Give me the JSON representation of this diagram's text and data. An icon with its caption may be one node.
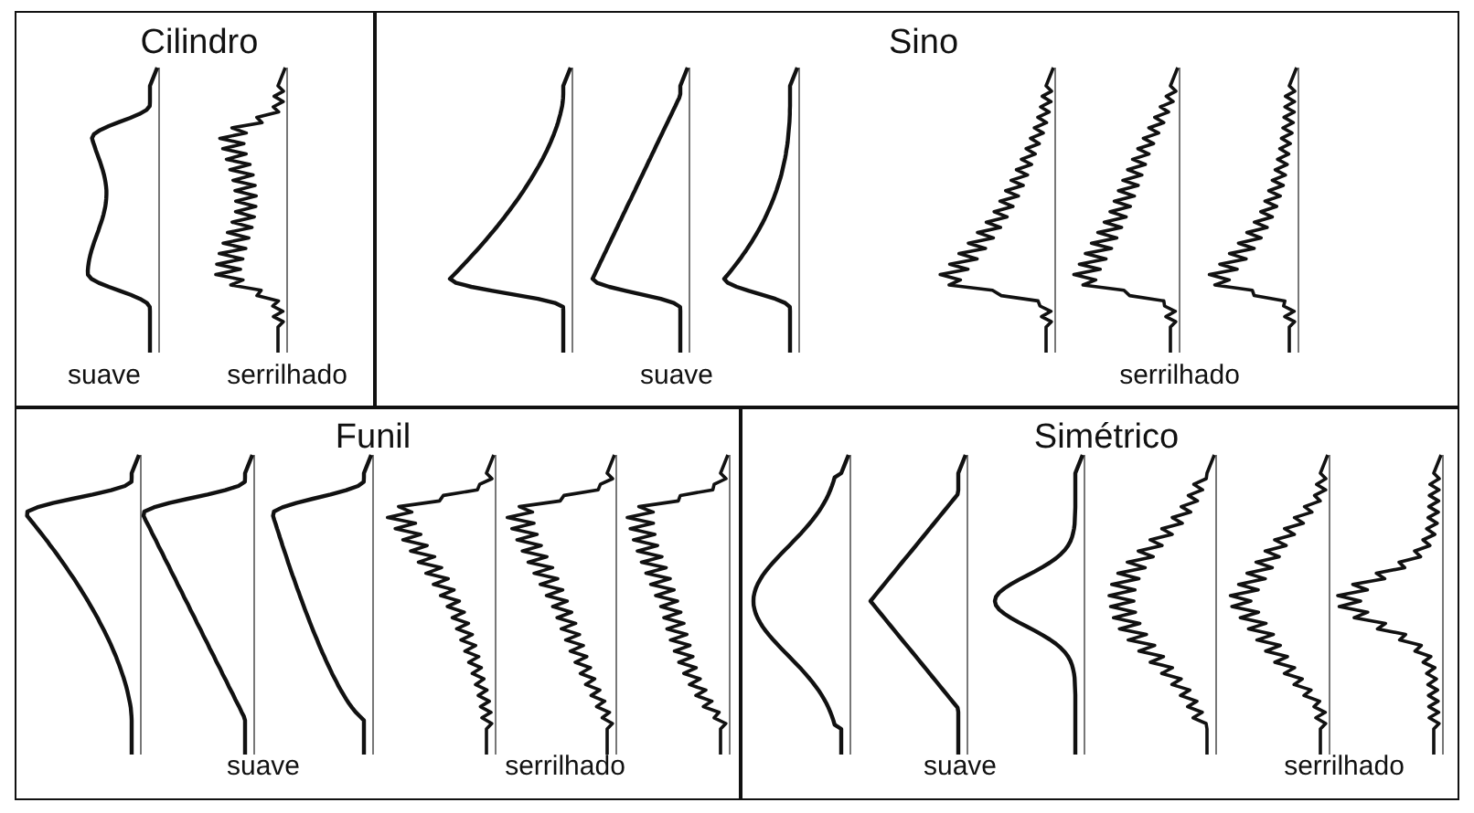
{
  "diagram": {
    "nodes": [
      {
        "text": [
          "Cilindro",
          "suave",
          "serrilhado"
        ]
      },
      {
        "text": [
          "Sino",
          "suave",
          "serrilhado"
        ]
      },
      {
        "text": [
          "Funil",
          "suave",
          "serrilhado"
        ]
      },
      {
        "text": [
          "Simétrico",
          "suave",
          "serrilhado"
        ]
      }
    ],
    "edges": []
  }
}
